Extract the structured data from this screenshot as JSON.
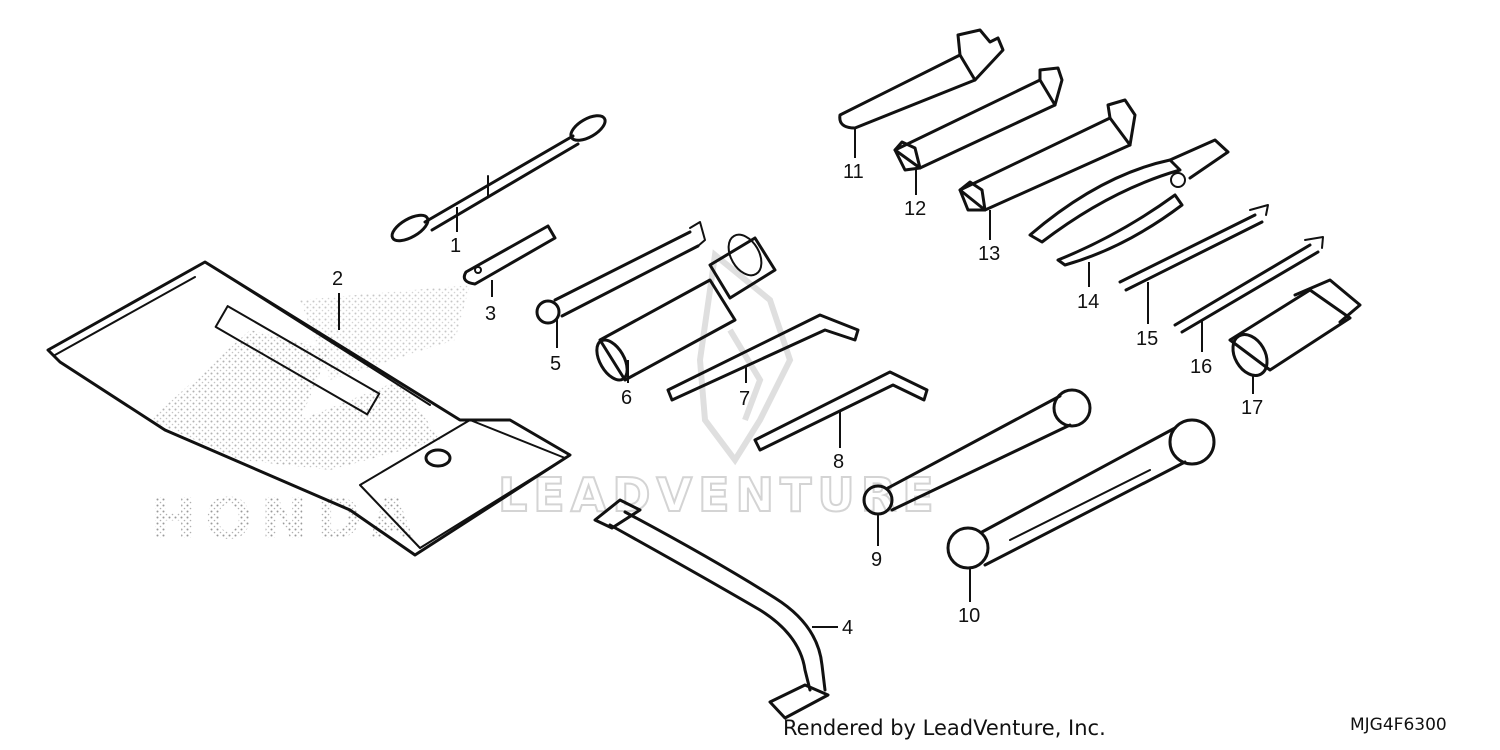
{
  "callouts": [
    {
      "id": "1",
      "text": "1"
    },
    {
      "id": "2",
      "text": "2"
    },
    {
      "id": "3",
      "text": "3"
    },
    {
      "id": "4",
      "text": "4"
    },
    {
      "id": "5",
      "text": "5"
    },
    {
      "id": "6",
      "text": "6"
    },
    {
      "id": "7",
      "text": "7"
    },
    {
      "id": "8",
      "text": "8"
    },
    {
      "id": "9",
      "text": "9"
    },
    {
      "id": "10",
      "text": "10"
    },
    {
      "id": "11",
      "text": "11"
    },
    {
      "id": "12",
      "text": "12"
    },
    {
      "id": "13",
      "text": "13"
    },
    {
      "id": "14",
      "text": "14"
    },
    {
      "id": "15",
      "text": "15"
    },
    {
      "id": "16",
      "text": "16"
    },
    {
      "id": "17",
      "text": "17"
    }
  ],
  "watermark": {
    "brand_text": "LEADVENTURE",
    "logo_text": "HONDA"
  },
  "footer": {
    "credit": "Rendered by LeadVenture, Inc.",
    "diagram_code": "MJG4F6300"
  },
  "colors": {
    "ink": "#111111",
    "watermark": "#d4d4d4",
    "stipple": "#9a9a9a"
  }
}
